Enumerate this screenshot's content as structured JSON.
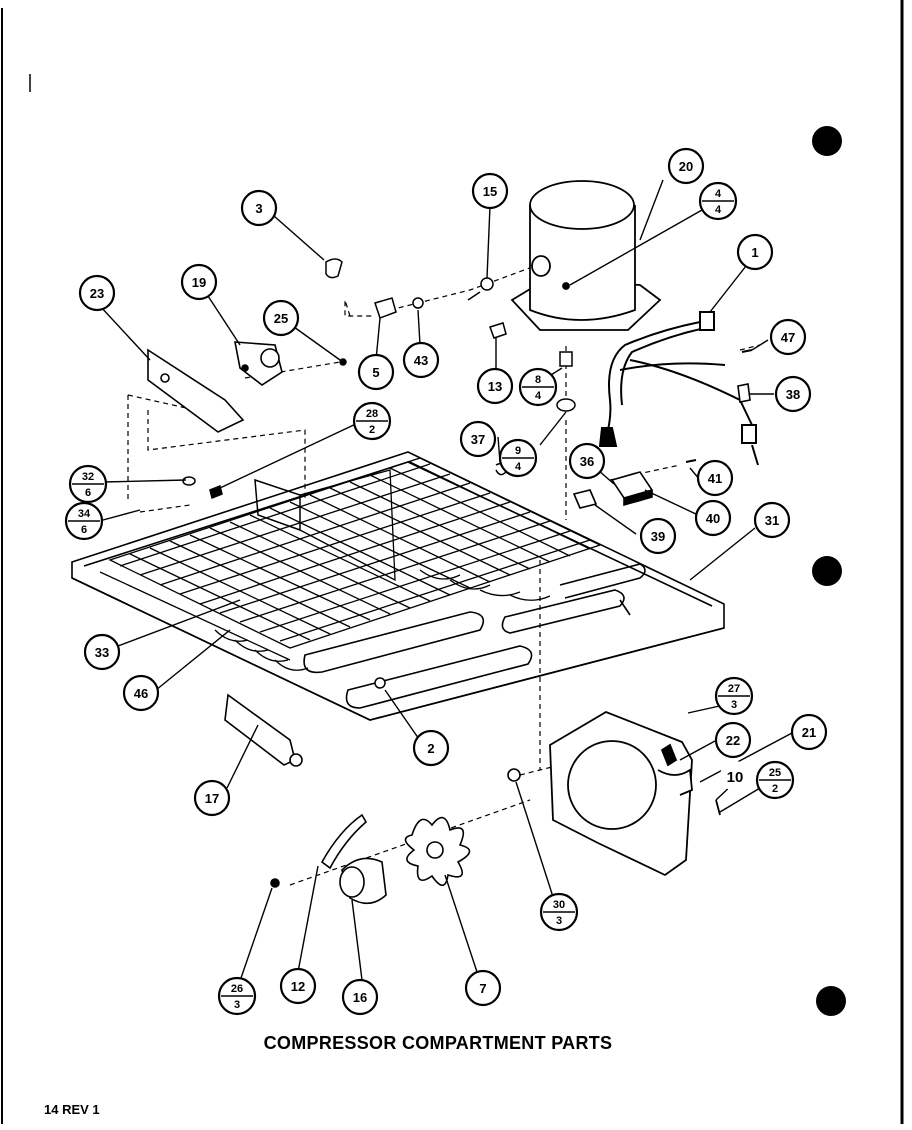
{
  "title": "COMPRESSOR COMPARTMENT PARTS",
  "page_ref": "14 REV 1",
  "callouts": [
    {
      "label": "1"
    },
    {
      "label": "2"
    },
    {
      "label": "3"
    },
    {
      "label": "5"
    },
    {
      "label": "7"
    },
    {
      "label": "12"
    },
    {
      "label": "13"
    },
    {
      "label": "15"
    },
    {
      "label": "16"
    },
    {
      "label": "17"
    },
    {
      "label": "19"
    },
    {
      "label": "20"
    },
    {
      "label": "21"
    },
    {
      "label": "22"
    },
    {
      "label": "23"
    },
    {
      "label": "25"
    },
    {
      "label": "31"
    },
    {
      "label": "33"
    },
    {
      "label": "36"
    },
    {
      "label": "37"
    },
    {
      "label": "38"
    },
    {
      "label": "39"
    },
    {
      "label": "40"
    },
    {
      "label": "41"
    },
    {
      "label": "43"
    },
    {
      "label": "46"
    },
    {
      "label": "47"
    },
    {
      "label": "10"
    }
  ],
  "fraction_callouts": [
    {
      "top": "4",
      "bottom": "4"
    },
    {
      "top": "8",
      "bottom": "4"
    },
    {
      "top": "28",
      "bottom": "2"
    },
    {
      "top": "9",
      "bottom": "4"
    },
    {
      "top": "32",
      "bottom": "6"
    },
    {
      "top": "34",
      "bottom": "6"
    },
    {
      "top": "27",
      "bottom": "3"
    },
    {
      "top": "25",
      "bottom": "2"
    },
    {
      "top": "30",
      "bottom": "3"
    },
    {
      "top": "26",
      "bottom": "3"
    }
  ]
}
